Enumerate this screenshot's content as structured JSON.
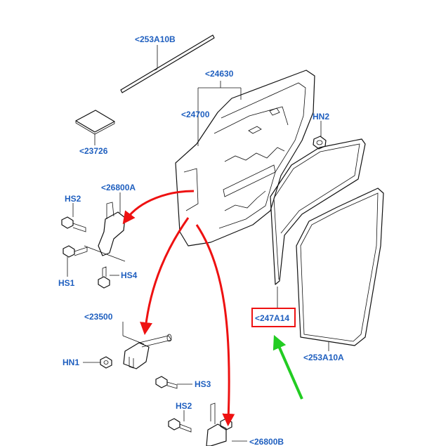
{
  "labels": {
    "weatherstrip_top": "<253A10B",
    "door_assembly": "<24630",
    "door_panel": "<24700",
    "pad": "<23726",
    "hinge_upper": "<26800A",
    "nut_hn2": "HN2",
    "screw_hs2_upper": "HS2",
    "screw_hs1": "HS1",
    "screw_hs4": "HS4",
    "check_strap": "<23500",
    "nut_hn1": "HN1",
    "screw_hs3": "HS3",
    "screw_hs2_lower": "HS2",
    "hinge_lower": "<26800B",
    "seal_door": "<247A14",
    "weatherstrip_opening": "<253A10A"
  },
  "colors": {
    "label_text": "#1f5fbf",
    "callout_arrow": "#ee1111",
    "highlight_box": "#ee1111",
    "pointer_arrow": "#22cc22",
    "line_art": "#111111"
  }
}
